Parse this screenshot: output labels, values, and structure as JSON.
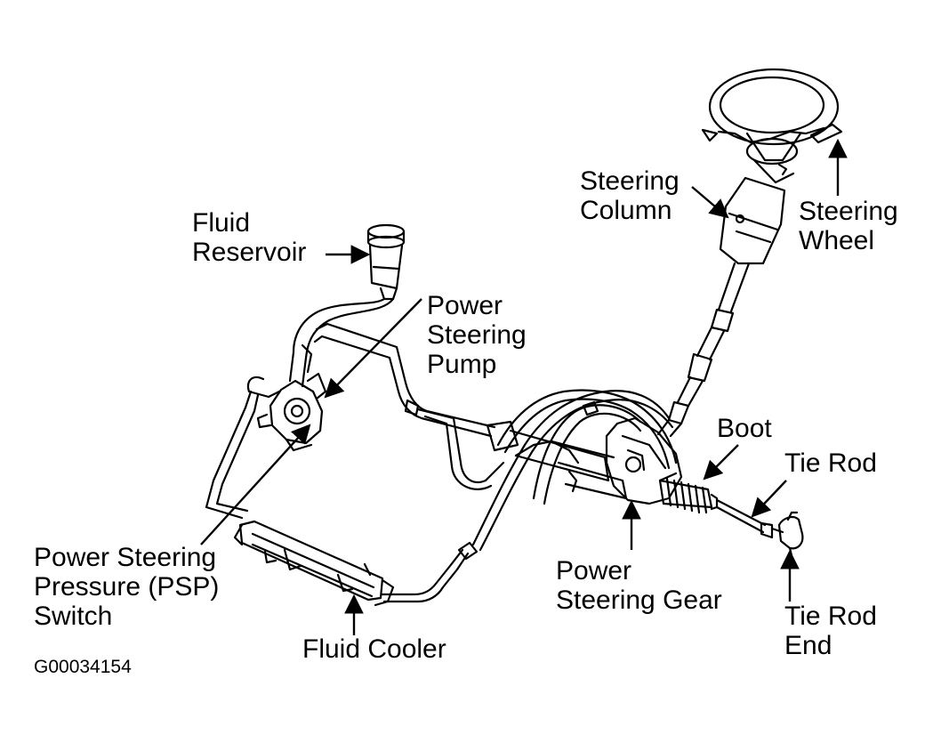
{
  "figure_id": "G00034154",
  "labels": {
    "fluid_reservoir": [
      "Fluid",
      "Reservoir"
    ],
    "power_steering_pump": [
      "Power",
      "Steering",
      "Pump"
    ],
    "steering_column": [
      "Steering",
      "Column"
    ],
    "steering_wheel": [
      "Steering",
      "Wheel"
    ],
    "boot": [
      "Boot"
    ],
    "tie_rod": [
      "Tie Rod"
    ],
    "psp_switch": [
      "Power Steering",
      "Pressure (PSP)",
      "Switch"
    ],
    "power_steering_gear": [
      "Power",
      "Steering Gear"
    ],
    "tie_rod_end": [
      "Tie Rod",
      "End"
    ],
    "fluid_cooler": [
      "Fluid Cooler"
    ]
  },
  "colors": {
    "ink": "#000000",
    "paper": "#ffffff"
  }
}
